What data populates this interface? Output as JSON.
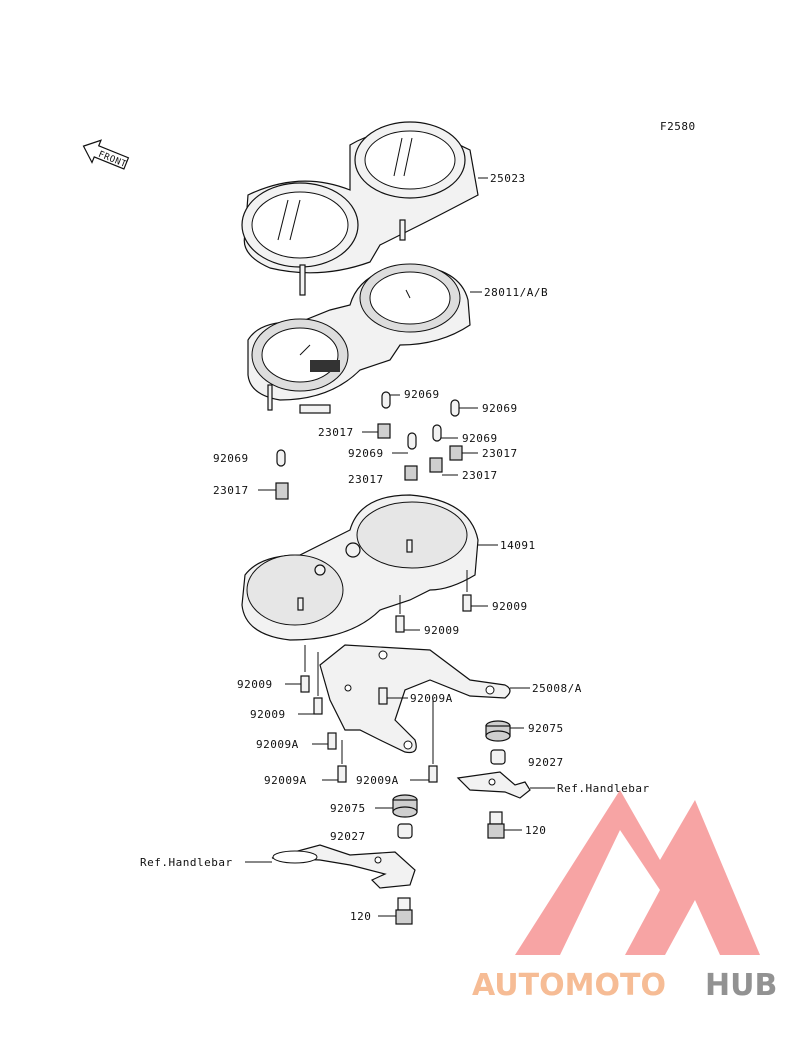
{
  "figure_code": "F2580",
  "front_tag": "FRONT",
  "labels": {
    "meter_case_cover": "25023",
    "meter_assy": "28011/A/B",
    "bulb_1": "92069",
    "bulb_2": "92069",
    "bulb_3": "92069",
    "bulb_4": "92069",
    "bulb_left": "92069",
    "socket_1": "23017",
    "socket_2": "23017",
    "socket_3": "23017",
    "socket_left": "23017",
    "meter_case": "14091",
    "screw_1": "92009",
    "screw_2": "92009",
    "screw_3": "92009",
    "screw_4": "92009",
    "screw_a_1": "92009A",
    "screw_a_2": "92009A",
    "screw_a_3": "92009A",
    "screw_a_4": "92009A",
    "bracket": "25008/A",
    "damper_right": "92075",
    "damper_left": "92075",
    "collar_right": "92027",
    "collar_left": "92027",
    "ref_handlebar_right": "Ref.Handlebar",
    "ref_handlebar_left": "Ref.Handlebar",
    "bolt_right": "120",
    "bolt_left": "120"
  },
  "watermark": {
    "part1": "AUTOMOTO",
    "part2": "HUB",
    "color_orange": "#f5b183",
    "color_gray": "#808080",
    "color_triangle": "#ef4d4d"
  }
}
